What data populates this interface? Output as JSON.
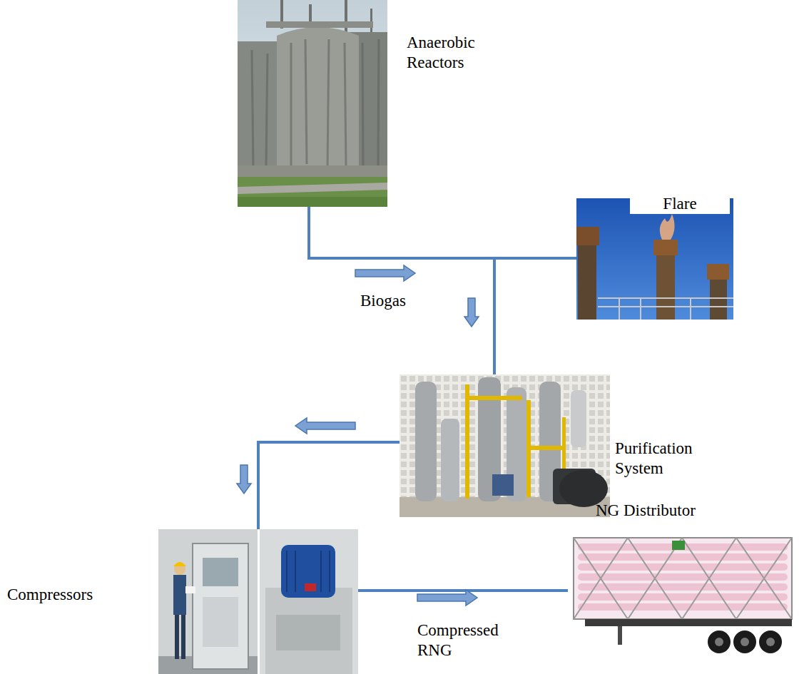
{
  "diagram": {
    "nodes": [
      {
        "text": [
          "Anaerobic Reactors"
        ]
      },
      {
        "text": [
          "Flare"
        ]
      },
      {
        "text": [
          "Purification System"
        ]
      },
      {
        "text": [
          "Compressors"
        ]
      },
      {
        "text": [
          "NG Distributor"
        ]
      }
    ],
    "edges": [
      {
        "from": 0,
        "to": 1,
        "arrow": "to",
        "label": "Biogas"
      },
      {
        "from": 0,
        "to": 2,
        "arrow": "to"
      },
      {
        "from": 2,
        "to": 3,
        "arrow": "to"
      },
      {
        "from": 3,
        "to": 4,
        "arrow": "to",
        "label": "Compressed RNG"
      }
    ]
  }
}
